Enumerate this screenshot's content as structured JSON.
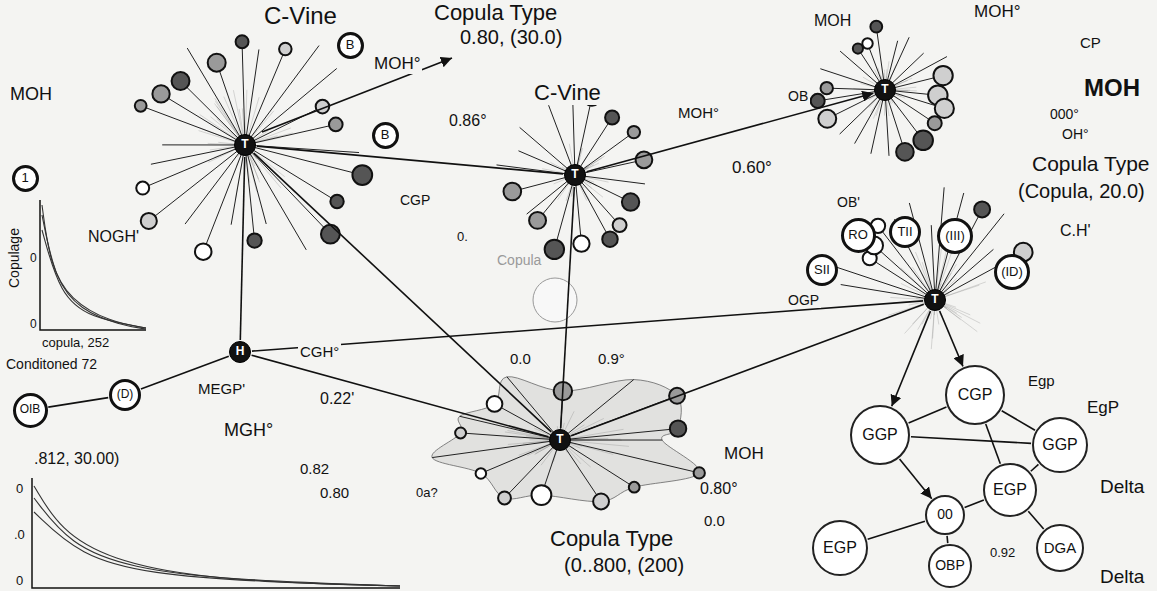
{
  "diagram": {
    "nodes": [
      {
        "text": [
          "B"
        ]
      },
      {
        "text": [
          "T"
        ]
      },
      {
        "text": [
          "1"
        ]
      },
      {
        "text": [
          "B"
        ]
      },
      {
        "text": [
          "T"
        ]
      },
      {
        "text": [
          "T"
        ]
      },
      {
        "text": [
          "RO"
        ]
      },
      {
        "text": [
          "TII"
        ]
      },
      {
        "text": [
          "(III)"
        ]
      },
      {
        "text": [
          "SII"
        ]
      },
      {
        "text": [
          "(ID)"
        ]
      },
      {
        "text": [
          "T"
        ]
      },
      {
        "text": [
          "H"
        ]
      },
      {
        "text": [
          "(D)"
        ]
      },
      {
        "text": [
          "OIB"
        ]
      },
      {
        "text": [
          "T"
        ]
      },
      {
        "text": [
          "CGP"
        ]
      },
      {
        "text": [
          "GGP"
        ]
      },
      {
        "text": [
          "GGP"
        ]
      },
      {
        "text": [
          "EGP"
        ]
      },
      {
        "text": [
          "00"
        ]
      },
      {
        "text": [
          "EGP"
        ]
      },
      {
        "text": [
          "DGA"
        ]
      },
      {
        "text": [
          "OBP"
        ]
      }
    ],
    "edges": [
      {
        "from": 1,
        "to": 4,
        "arrow": "none"
      },
      {
        "from": 4,
        "to": 5,
        "arrow": "to"
      },
      {
        "from": 1,
        "to": 12,
        "arrow": "none"
      },
      {
        "from": 12,
        "to": 15,
        "arrow": "none"
      },
      {
        "from": 12,
        "to": 11,
        "arrow": "none"
      },
      {
        "from": 1,
        "to": 15,
        "arrow": "none"
      },
      {
        "from": 4,
        "to": 15,
        "arrow": "none"
      },
      {
        "from": 11,
        "to": 15,
        "arrow": "none"
      },
      {
        "from": 11,
        "to": 17,
        "arrow": "to"
      },
      {
        "from": 11,
        "to": 16,
        "arrow": "to"
      },
      {
        "from": 17,
        "to": 16,
        "arrow": "none"
      },
      {
        "from": 16,
        "to": 18,
        "arrow": "none"
      },
      {
        "from": 17,
        "to": 18,
        "arrow": "none"
      },
      {
        "from": 16,
        "to": 19,
        "arrow": "none"
      },
      {
        "from": 19,
        "to": 18,
        "arrow": "none"
      },
      {
        "from": 19,
        "to": 20,
        "arrow": "none"
      },
      {
        "from": 20,
        "to": 21,
        "arrow": "none"
      },
      {
        "from": 20,
        "to": 23,
        "arrow": "none"
      },
      {
        "from": 19,
        "to": 22,
        "arrow": "none"
      },
      {
        "from": 17,
        "to": 20,
        "arrow": "to"
      },
      {
        "from": 14,
        "to": 13,
        "arrow": "none"
      },
      {
        "from": 12,
        "to": 13,
        "arrow": "none"
      }
    ],
    "labels": [
      "C-Vine",
      "Copula Type",
      "0.80, (30.0)",
      "MOH",
      "MOH°",
      "C-Vine",
      "0.86°",
      "MOH°",
      "0.60°",
      "CGP",
      "NOGH'",
      "Copula",
      "0.",
      "MOH",
      "MOH°",
      "CP",
      "MOH",
      "OB",
      "000°",
      "OH°",
      "Copula Type",
      "(Copula, 20.0)",
      "OB'",
      "C.H'",
      "OGP",
      "Egp",
      "EgP",
      "Delta",
      "0.92",
      "Delta",
      "Copulage",
      "0",
      "0",
      "copula, 252",
      "Conditoned 72",
      "MEGP'",
      "MGH°",
      ".812, 30.00)",
      "CGH°",
      "0.22'",
      "0.0",
      "0.9°",
      "0.82",
      "0.80",
      "0a?",
      "MOH",
      "0.80°",
      "0.0",
      "Copula Type",
      "(0..800, (200)",
      "0",
      ".0",
      "0"
    ]
  }
}
